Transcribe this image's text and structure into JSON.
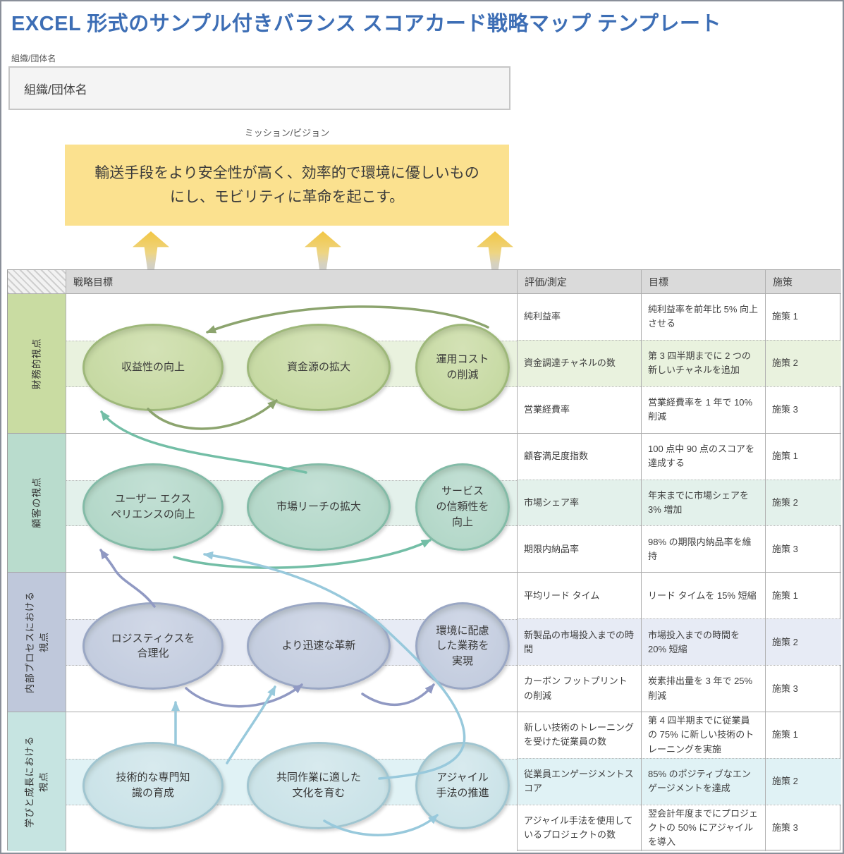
{
  "title": "EXCEL 形式のサンプル付きバランス スコアカード戦略マップ テンプレート",
  "org": {
    "label": "組織/団体名",
    "value": "組織/団体名"
  },
  "mission": {
    "label": "ミッション/ビジョン",
    "text": "輸送手段をより安全性が高く、効率的で環境に優しいもの\nにし、モビリティに革命を起こす。"
  },
  "table": {
    "headers": {
      "objective": "戦略目標",
      "measure": "評価/測定",
      "target": "目標",
      "initiative": "施策"
    }
  },
  "sections": [
    {
      "id": "financial",
      "label": "財務的視点",
      "objectives": [
        "収益性の向上",
        "資金源の拡大",
        "運用コスト\nの削減"
      ],
      "rows": [
        {
          "measure": "純利益率",
          "target": "純利益率を前年比 5% 向上させる",
          "initiative": "施策 1"
        },
        {
          "measure": "資金調達チャネルの数",
          "target": "第 3 四半期までに 2 つの新しいチャネルを追加",
          "initiative": "施策 2"
        },
        {
          "measure": "営業経費率",
          "target": "営業経費率を 1 年で 10% 削減",
          "initiative": "施策 3"
        }
      ],
      "colors": {
        "label_bg": "#C9DCA2",
        "band": "#E9F2DE",
        "ellipse_fill": "#C7DAA4",
        "ellipse_border": "#9EB87A",
        "arrow": "#8CA46E"
      }
    },
    {
      "id": "customer",
      "label": "顧客の視点",
      "objectives": [
        "ユーザー エクス\nペリエンスの向上",
        "市場リーチの拡大",
        "サービス\nの信頼性を\n向上"
      ],
      "rows": [
        {
          "measure": "顧客満足度指数",
          "target": "100 点中 90 点のスコアを達成する",
          "initiative": "施策 1"
        },
        {
          "measure": "市場シェア率",
          "target": "年末までに市場シェアを 3% 増加",
          "initiative": "施策 2"
        },
        {
          "measure": "期限内納品率",
          "target": "98% の期限内納品率を維持",
          "initiative": "施策 3"
        }
      ],
      "colors": {
        "label_bg": "#B9DCCD",
        "band": "#E3F1EB",
        "ellipse_fill": "#B4D8C9",
        "ellipse_border": "#83BBA7",
        "arrow": "#73BEA6"
      }
    },
    {
      "id": "internal-process",
      "label": "内部プロセスにおける\n視点",
      "objectives": [
        "ロジスティクスを\n合理化",
        "より迅速な革新",
        "環境に配慮\nした業務を\n実現"
      ],
      "rows": [
        {
          "measure": "平均リード タイム",
          "target": "リード タイムを 15% 短縮",
          "initiative": "施策 1"
        },
        {
          "measure": "新製品の市場投入までの時間",
          "target": "市場投入までの時間を 20% 短縮",
          "initiative": "施策 2"
        },
        {
          "measure": "カーボン フットプリントの削減",
          "target": "炭素排出量を 3 年で 25% 削減",
          "initiative": "施策 3"
        }
      ],
      "colors": {
        "label_bg": "#BFC8DB",
        "band": "#E7EBF5",
        "ellipse_fill": "#C4CDDF",
        "ellipse_border": "#9AA7C4",
        "arrow": "#9099C3"
      }
    },
    {
      "id": "learning-growth",
      "label": "学びと成長における\n視点",
      "objectives": [
        "技術的な専門知\n識の育成",
        "共同作業に適した\n文化を育む",
        "アジャイル\n手法の推進"
      ],
      "rows": [
        {
          "measure": "新しい技術のトレーニングを受けた従業員の数",
          "target": "第 4 四半期までに従業員の 75% に新しい技術のトレーニングを実施",
          "initiative": "施策 1"
        },
        {
          "measure": "従業員エンゲージメントスコア",
          "target": "85% のポジティブなエンゲージメントを達成",
          "initiative": "施策 2"
        },
        {
          "measure": "アジャイル手法を使用しているプロジェクトの数",
          "target": "翌会計年度までにプロジェクトの 50% にアジャイルを導入",
          "initiative": "施策 3"
        }
      ],
      "colors": {
        "label_bg": "#C6E4E1",
        "band": "#E0F2F5",
        "ellipse_fill": "#CBE3E8",
        "ellipse_border": "#A0C5D0",
        "arrow": "#98C9DC"
      }
    }
  ],
  "colors": {
    "title": "#3D6EB5",
    "mission_box": "#FBE18F",
    "header_bg": "#DADADA",
    "up_arrow": "#F2C644"
  }
}
